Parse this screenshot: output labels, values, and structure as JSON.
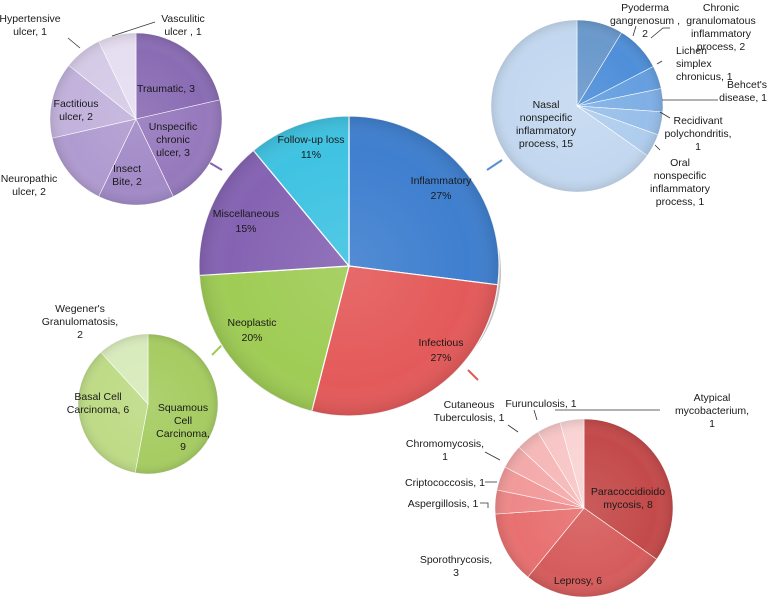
{
  "chart_data": [
    {
      "id": "main",
      "type": "pie",
      "slices": [
        {
          "label": "Inflammatory",
          "percent": "27%",
          "value": 27,
          "color": "#3f7fcf"
        },
        {
          "label": "Infectious",
          "percent": "27%",
          "value": 27,
          "color": "#e45a5a"
        },
        {
          "label": "Neoplastic",
          "percent": "20%",
          "value": 20,
          "color": "#9fcc55"
        },
        {
          "label": "Miscellaneous",
          "percent": "15%",
          "value": 15,
          "color": "#8563b3"
        },
        {
          "label": "Follow-up loss",
          "percent": "11%",
          "value": 11,
          "color": "#3fc3e2"
        }
      ]
    },
    {
      "id": "inflammatory",
      "type": "pie",
      "slices": [
        {
          "label": "Nasal nonspecific inflammatory process, 15",
          "value": 15,
          "color": "#c3d8f0"
        },
        {
          "label": "Oral nonspecific inflammatory process, 1",
          "value": 1,
          "color": "#afcdee"
        },
        {
          "label": "Recidivant polychondritis, 1",
          "value": 1,
          "color": "#98bfea"
        },
        {
          "label": "Behcet's disease, 1",
          "value": 1,
          "color": "#7fafe5"
        },
        {
          "label": "Lichen simplex chronicus, 1",
          "value": 1,
          "color": "#659fe0"
        },
        {
          "label": "Chronic granulomatous inflammatory process, 2",
          "value": 2,
          "color": "#4f8fd9"
        },
        {
          "label": "Pyoderma gangrenosum , 2",
          "value": 2,
          "color": "#6a99cc"
        }
      ]
    },
    {
      "id": "miscellaneous",
      "type": "pie",
      "slices": [
        {
          "label": "Traumatic, 3",
          "value": 3,
          "color": "#8a6cb4"
        },
        {
          "label": "Unspecific chronic ulcer, 3",
          "value": 3,
          "color": "#9679bd"
        },
        {
          "label": "Insect Bite, 2",
          "value": 2,
          "color": "#a28ac7"
        },
        {
          "label": "Neuropathic ulcer, 2",
          "value": 2,
          "color": "#b09bd0"
        },
        {
          "label": "Factitious ulcer, 2",
          "value": 2,
          "color": "#c2b2dc"
        },
        {
          "label": "Hypertensive ulcer, 1",
          "value": 1,
          "color": "#d6cbe7"
        },
        {
          "label": "Vasculitic ulcer , 1",
          "value": 1,
          "color": "#e6def1"
        }
      ]
    },
    {
      "id": "neoplastic",
      "type": "pie",
      "slices": [
        {
          "label": "Squamous Cell Carcinoma, 9",
          "value": 9,
          "color": "#a6cc62"
        },
        {
          "label": "Basal Cell Carcinoma, 6",
          "value": 6,
          "color": "#bedb86"
        },
        {
          "label": "Wegener's Granulomatosis, 2",
          "value": 2,
          "color": "#d8ebbc"
        }
      ]
    },
    {
      "id": "infectious",
      "type": "pie",
      "slices": [
        {
          "label": "Paracoccidioido mycosis, 8",
          "value": 8,
          "color": "#c44a4a"
        },
        {
          "label": "Leprosy, 6",
          "value": 6,
          "color": "#d65c5c"
        },
        {
          "label": "Sporothrycosis, 3",
          "value": 3,
          "color": "#e87070"
        },
        {
          "label": "Aspergillosis, 1",
          "value": 1,
          "color": "#ee8888"
        },
        {
          "label": "Criptococcosis, 1",
          "value": 1,
          "color": "#f29a9a"
        },
        {
          "label": "Chromomycosis, 1",
          "value": 1,
          "color": "#f4aaaa"
        },
        {
          "label": "Cutaneous Tuberculosis, 1",
          "value": 1,
          "color": "#f6b8b8"
        },
        {
          "label": "Furunculosis, 1",
          "value": 1,
          "color": "#f8c6c6"
        },
        {
          "label": "Atypical mycobacterium, 1",
          "value": 1,
          "color": "#fad4d4"
        }
      ]
    }
  ]
}
